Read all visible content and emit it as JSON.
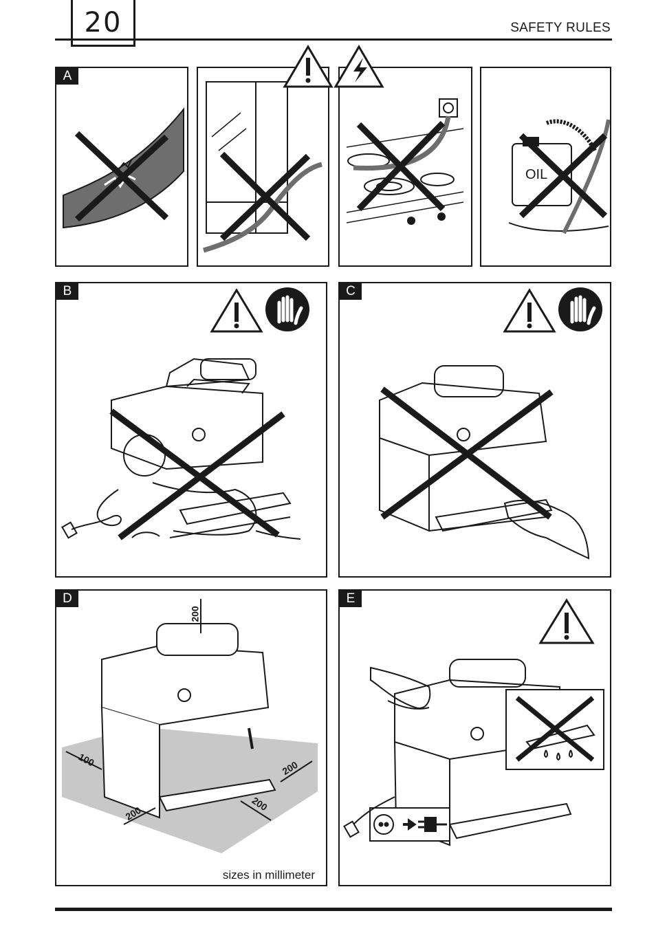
{
  "header": {
    "page_number": "20",
    "section_title": "SAFETY RULES"
  },
  "panels": {
    "a": {
      "tag": "A",
      "oil_label": "OIL"
    },
    "b": {
      "tag": "B"
    },
    "c": {
      "tag": "C"
    },
    "d": {
      "tag": "D",
      "caption": "sizes in millimeter",
      "dimensions": {
        "top": "200",
        "left": "100",
        "front_left": "200",
        "front_right": "200",
        "right": "200"
      }
    },
    "e": {
      "tag": "E"
    }
  },
  "icons": [
    "warning-triangle-icon",
    "electric-hazard-icon",
    "stop-hand-icon",
    "prohibited-cross-icon"
  ],
  "colors": {
    "ink": "#1a1a1a",
    "floor_grey": "#c8c8c8",
    "cable_grey": "#6e6e6e"
  }
}
